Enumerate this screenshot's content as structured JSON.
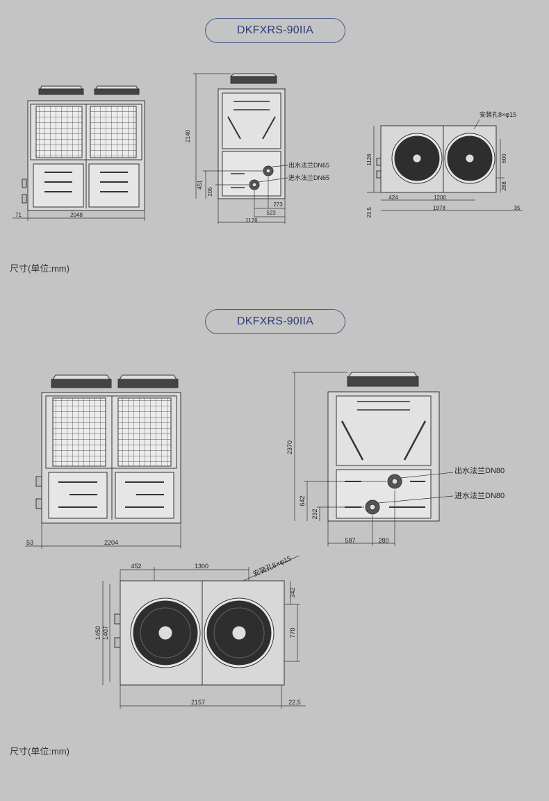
{
  "sections": [
    {
      "model": "DKFXRS-90IIA",
      "unit_note": "尺寸(单位:mm)",
      "front": {
        "width": "2048",
        "side": "71"
      },
      "side": {
        "height": "2140",
        "h451": "451",
        "h205": "205",
        "w273": "273",
        "w523": "523",
        "w1176": "1176",
        "outlet": "出水法兰DN65",
        "inlet": "进水法兰DN65"
      },
      "top": {
        "holes": "安装孔8×φ15",
        "depth": "1126",
        "d600": "600",
        "d288": "288",
        "w424": "424",
        "w1200": "1200",
        "w1978": "1978",
        "w23": "23.5",
        "w35": "35"
      }
    },
    {
      "model": "DKFXRS-90IIA",
      "unit_note": "尺寸(单位:mm)",
      "front": {
        "width": "2204",
        "side": "53"
      },
      "side": {
        "height": "2370",
        "h642": "642",
        "h232": "232",
        "w587": "587",
        "w280": "280",
        "outlet": "出水法兰DN80",
        "inlet": "进水法兰DN80"
      },
      "top": {
        "holes": "安装孔8×φ15",
        "w452": "452",
        "w1300": "1300",
        "d1450": "1450",
        "d1407": "1407",
        "d342": "342",
        "d770": "770",
        "w2157": "2157",
        "w22": "22.5"
      }
    }
  ]
}
